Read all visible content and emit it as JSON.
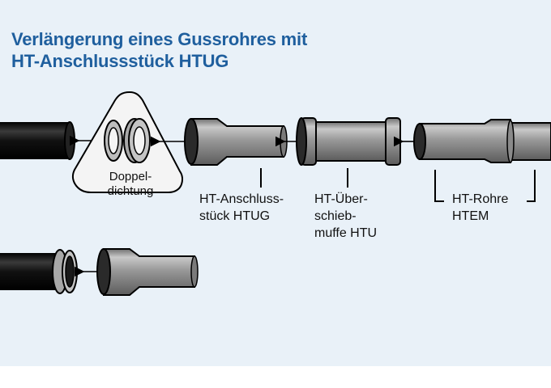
{
  "title": {
    "line1": "Verlängerung eines Gussrohres mit",
    "line2": "HT-Anschlussstück HTUG"
  },
  "labels": {
    "doppeldichtung": [
      "Doppel-",
      "dichtung"
    ],
    "htug": [
      "HT-Anschluss-",
      "stück HTUG"
    ],
    "htu": [
      "HT-Über-",
      "schieb-",
      "muffe HTU"
    ],
    "htem": [
      "HT-Rohre",
      "HTEM"
    ]
  },
  "colors": {
    "title": "#1f5f9e",
    "background": "#e9f1f8",
    "cast_iron_pipe": "#0d0d0d",
    "ht_part": "#8f8f8f",
    "seal_callout": "#f4f4f4"
  }
}
